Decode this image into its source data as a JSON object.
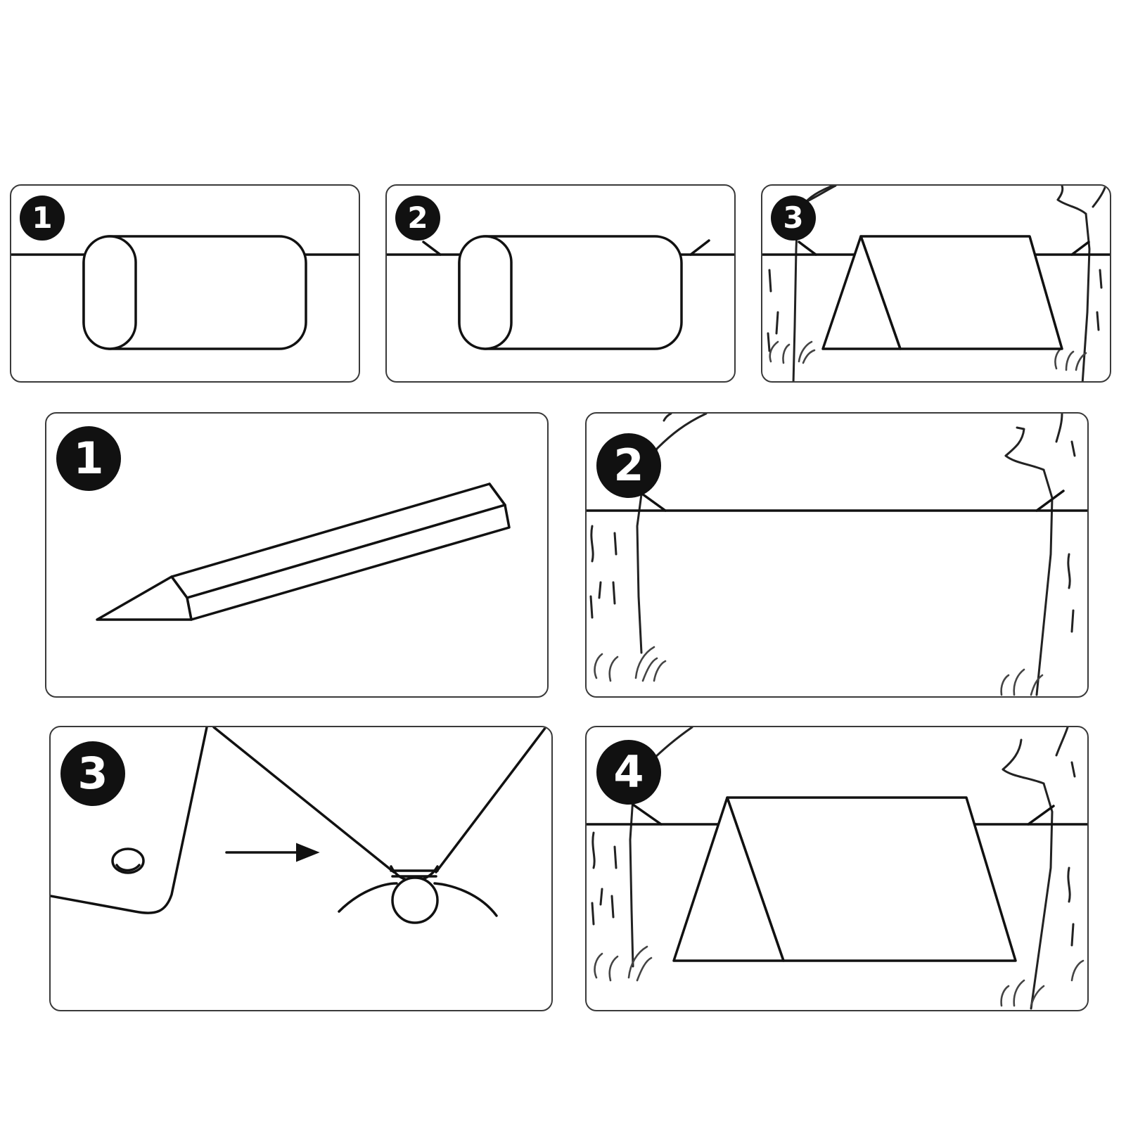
{
  "top_row": {
    "steps": [
      {
        "number": "1",
        "label": ""
      },
      {
        "number": "2",
        "label": ""
      },
      {
        "number": "3",
        "label": ""
      }
    ]
  },
  "bottom_grid": {
    "steps": [
      {
        "number": "1",
        "label": ""
      },
      {
        "number": "2",
        "label": ""
      },
      {
        "number": "3",
        "label": ""
      },
      {
        "number": "4",
        "label": ""
      }
    ]
  },
  "colors": {
    "ink": "#111111",
    "frame": "#3a3a3a",
    "background": "#ffffff"
  },
  "icons": [
    "rolled-tarp-icon",
    "tent-stake-icon",
    "tarp-grommet-icon",
    "arrow-right-icon",
    "tree-icon",
    "grass-icon",
    "a-frame-tarp-icon"
  ]
}
